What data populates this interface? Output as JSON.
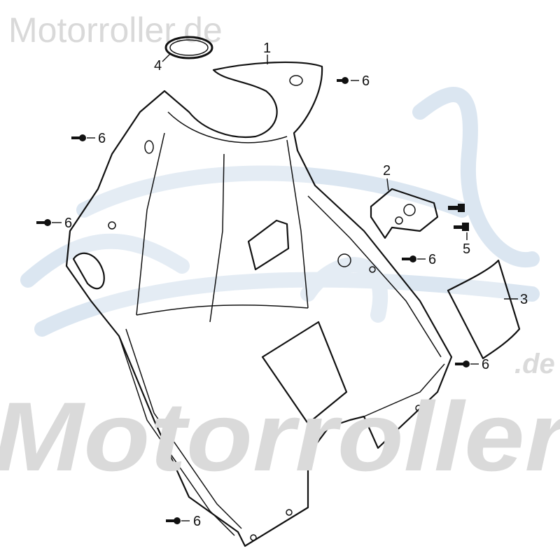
{
  "watermark": {
    "top": "Motorroller.de",
    "bottom": "Motorroller",
    "bottom_suffix": ".de"
  },
  "callouts": {
    "front_panel": "1",
    "bracket": "2",
    "cover_plate": "3",
    "ring": "4",
    "bolt": "5",
    "screw_top_right": "6",
    "screw_upper_left": "6",
    "screw_mid_left": "6",
    "screw_mid_right": "6",
    "screw_lower_right": "6",
    "screw_bottom": "6"
  },
  "colors": {
    "line": "#111111",
    "watermark_gray": "#d9d9d9",
    "watermark_blue": "#dbe6f1"
  }
}
